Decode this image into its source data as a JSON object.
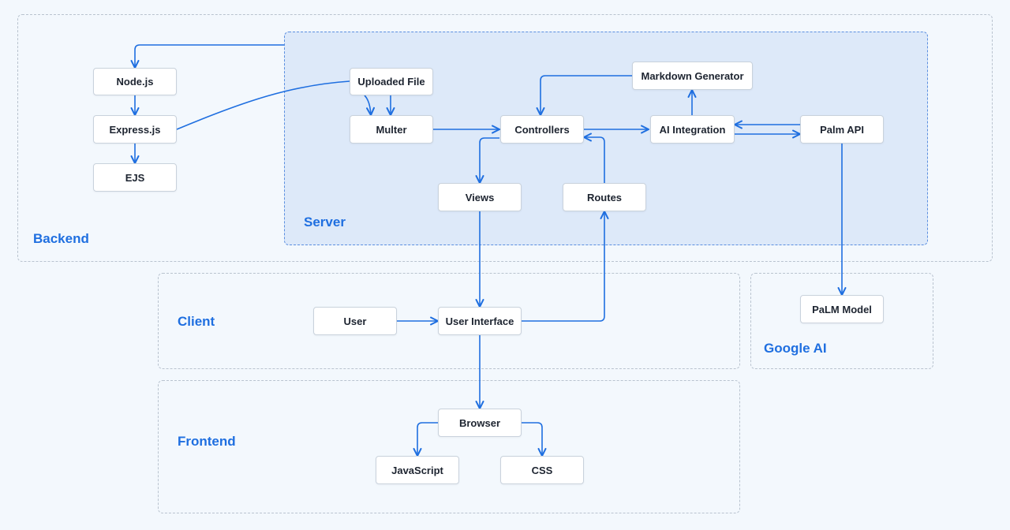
{
  "colors": {
    "accent": "#1f6fe0",
    "background": "#f3f8fd",
    "server_fill": "#dde9f9",
    "node_border": "#c9d2dc"
  },
  "groups": {
    "backend": "Backend",
    "server": "Server",
    "client": "Client",
    "google_ai": "Google AI",
    "frontend": "Frontend"
  },
  "nodes": {
    "nodejs": "Node.js",
    "expressjs": "Express.js",
    "ejs": "EJS",
    "uploaded_file": "Uploaded File",
    "multer": "Multer",
    "controllers": "Controllers",
    "markdown_generator": "Markdown Generator",
    "ai_integration": "AI Integration",
    "palm_api": "Palm API",
    "views": "Views",
    "routes": "Routes",
    "user": "User",
    "user_interface": "User Interface",
    "palm_model": "PaLM Model",
    "browser": "Browser",
    "javascript": "JavaScript",
    "css": "CSS"
  }
}
